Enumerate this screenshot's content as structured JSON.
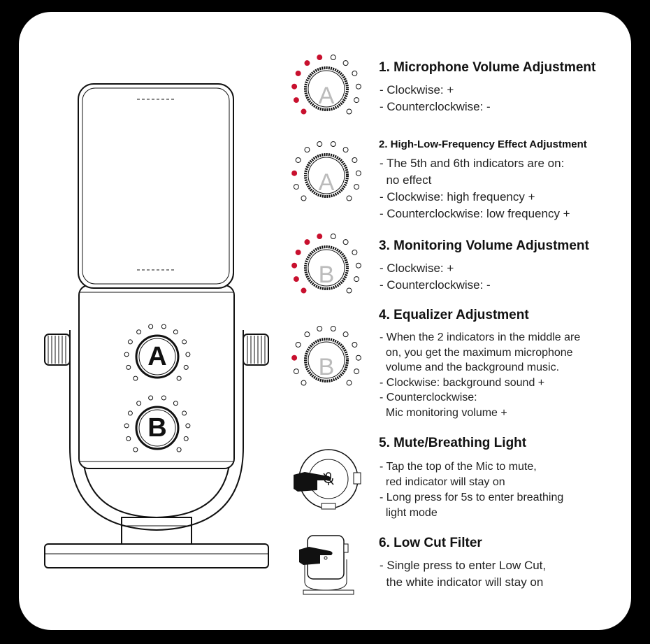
{
  "colors": {
    "indicator_on": "#c8102e",
    "outline": "#111111",
    "background": "#000000",
    "card": "#ffffff"
  },
  "knobs": {
    "a_label": "A",
    "b_label": "B"
  },
  "sections": [
    {
      "title": "1.  Microphone Volume Adjustment",
      "lines": [
        "- Clockwise:  +",
        "- Counterclockwise:  -"
      ]
    },
    {
      "title": "2. High-Low-Frequency Effect Adjustment",
      "lines": [
        "- The 5th and 6th indicators are on:",
        "  no effect",
        "- Clockwise: high frequency +",
        "- Counterclockwise: low frequency +"
      ]
    },
    {
      "title": "3. Monitoring Volume Adjustment",
      "lines": [
        "- Clockwise:  +",
        "- Counterclockwise: -"
      ]
    },
    {
      "title": "4. Equalizer Adjustment",
      "lines": [
        "- When the 2 indicators in the middle are",
        "  on, you get the maximum microphone",
        "  volume and the background music.",
        "- Clockwise: background sound +",
        "- Counterclockwise:",
        "  Mic monitoring volume +"
      ]
    },
    {
      "title": "5. Mute/Breathing Light",
      "lines": [
        "- Tap the top of the Mic to mute,",
        "  red indicator will stay on",
        "- Long press for 5s to enter breathing",
        "  light mode"
      ]
    },
    {
      "title": "6. Low Cut Filter",
      "lines": [
        "- Single press to enter Low Cut,",
        "  the white indicator will stay on"
      ]
    }
  ],
  "icon_names": [
    "microphone-illustration",
    "knob-a-icon",
    "knob-b-icon",
    "hand-pointer-icon",
    "mic-mute-icon"
  ]
}
